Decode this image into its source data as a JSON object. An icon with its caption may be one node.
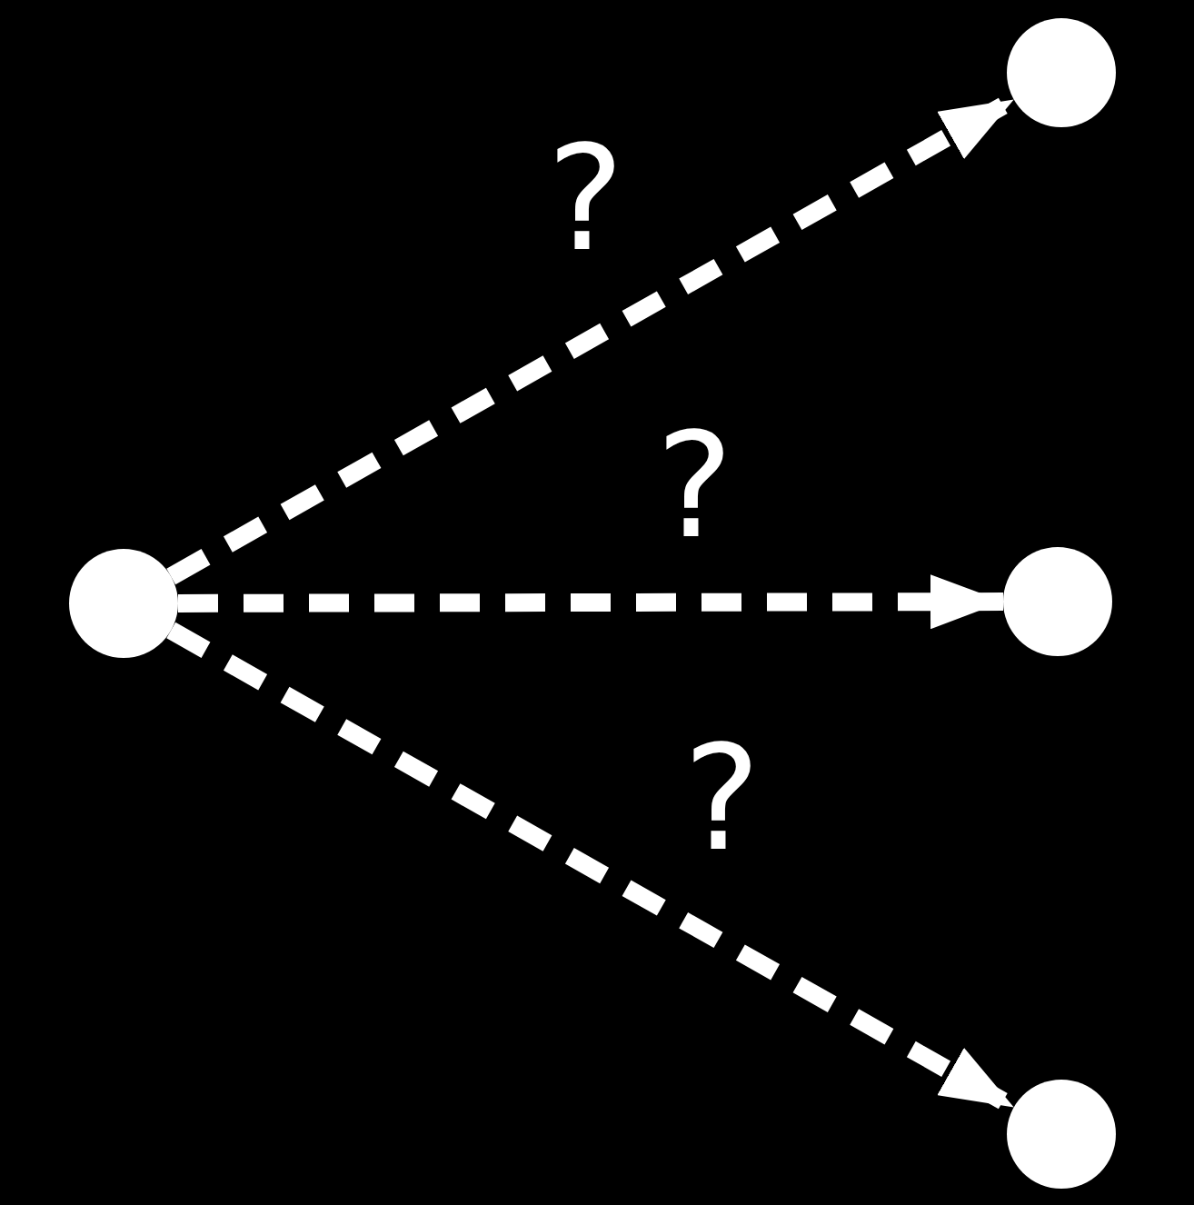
{
  "diagram": {
    "nodes": [
      {
        "text": [],
        "shape": "circle"
      },
      {
        "text": [],
        "shape": "circle"
      },
      {
        "text": [],
        "shape": "circle"
      },
      {
        "text": [],
        "shape": "circle"
      }
    ],
    "edges": [
      {
        "from": 0,
        "to": 1,
        "arrow": "to",
        "label": "?",
        "style": "dashed"
      },
      {
        "from": 0,
        "to": 2,
        "arrow": "to",
        "label": "?",
        "style": "dashed"
      },
      {
        "from": 0,
        "to": 3,
        "arrow": "to",
        "label": "?",
        "style": "dashed"
      }
    ]
  }
}
